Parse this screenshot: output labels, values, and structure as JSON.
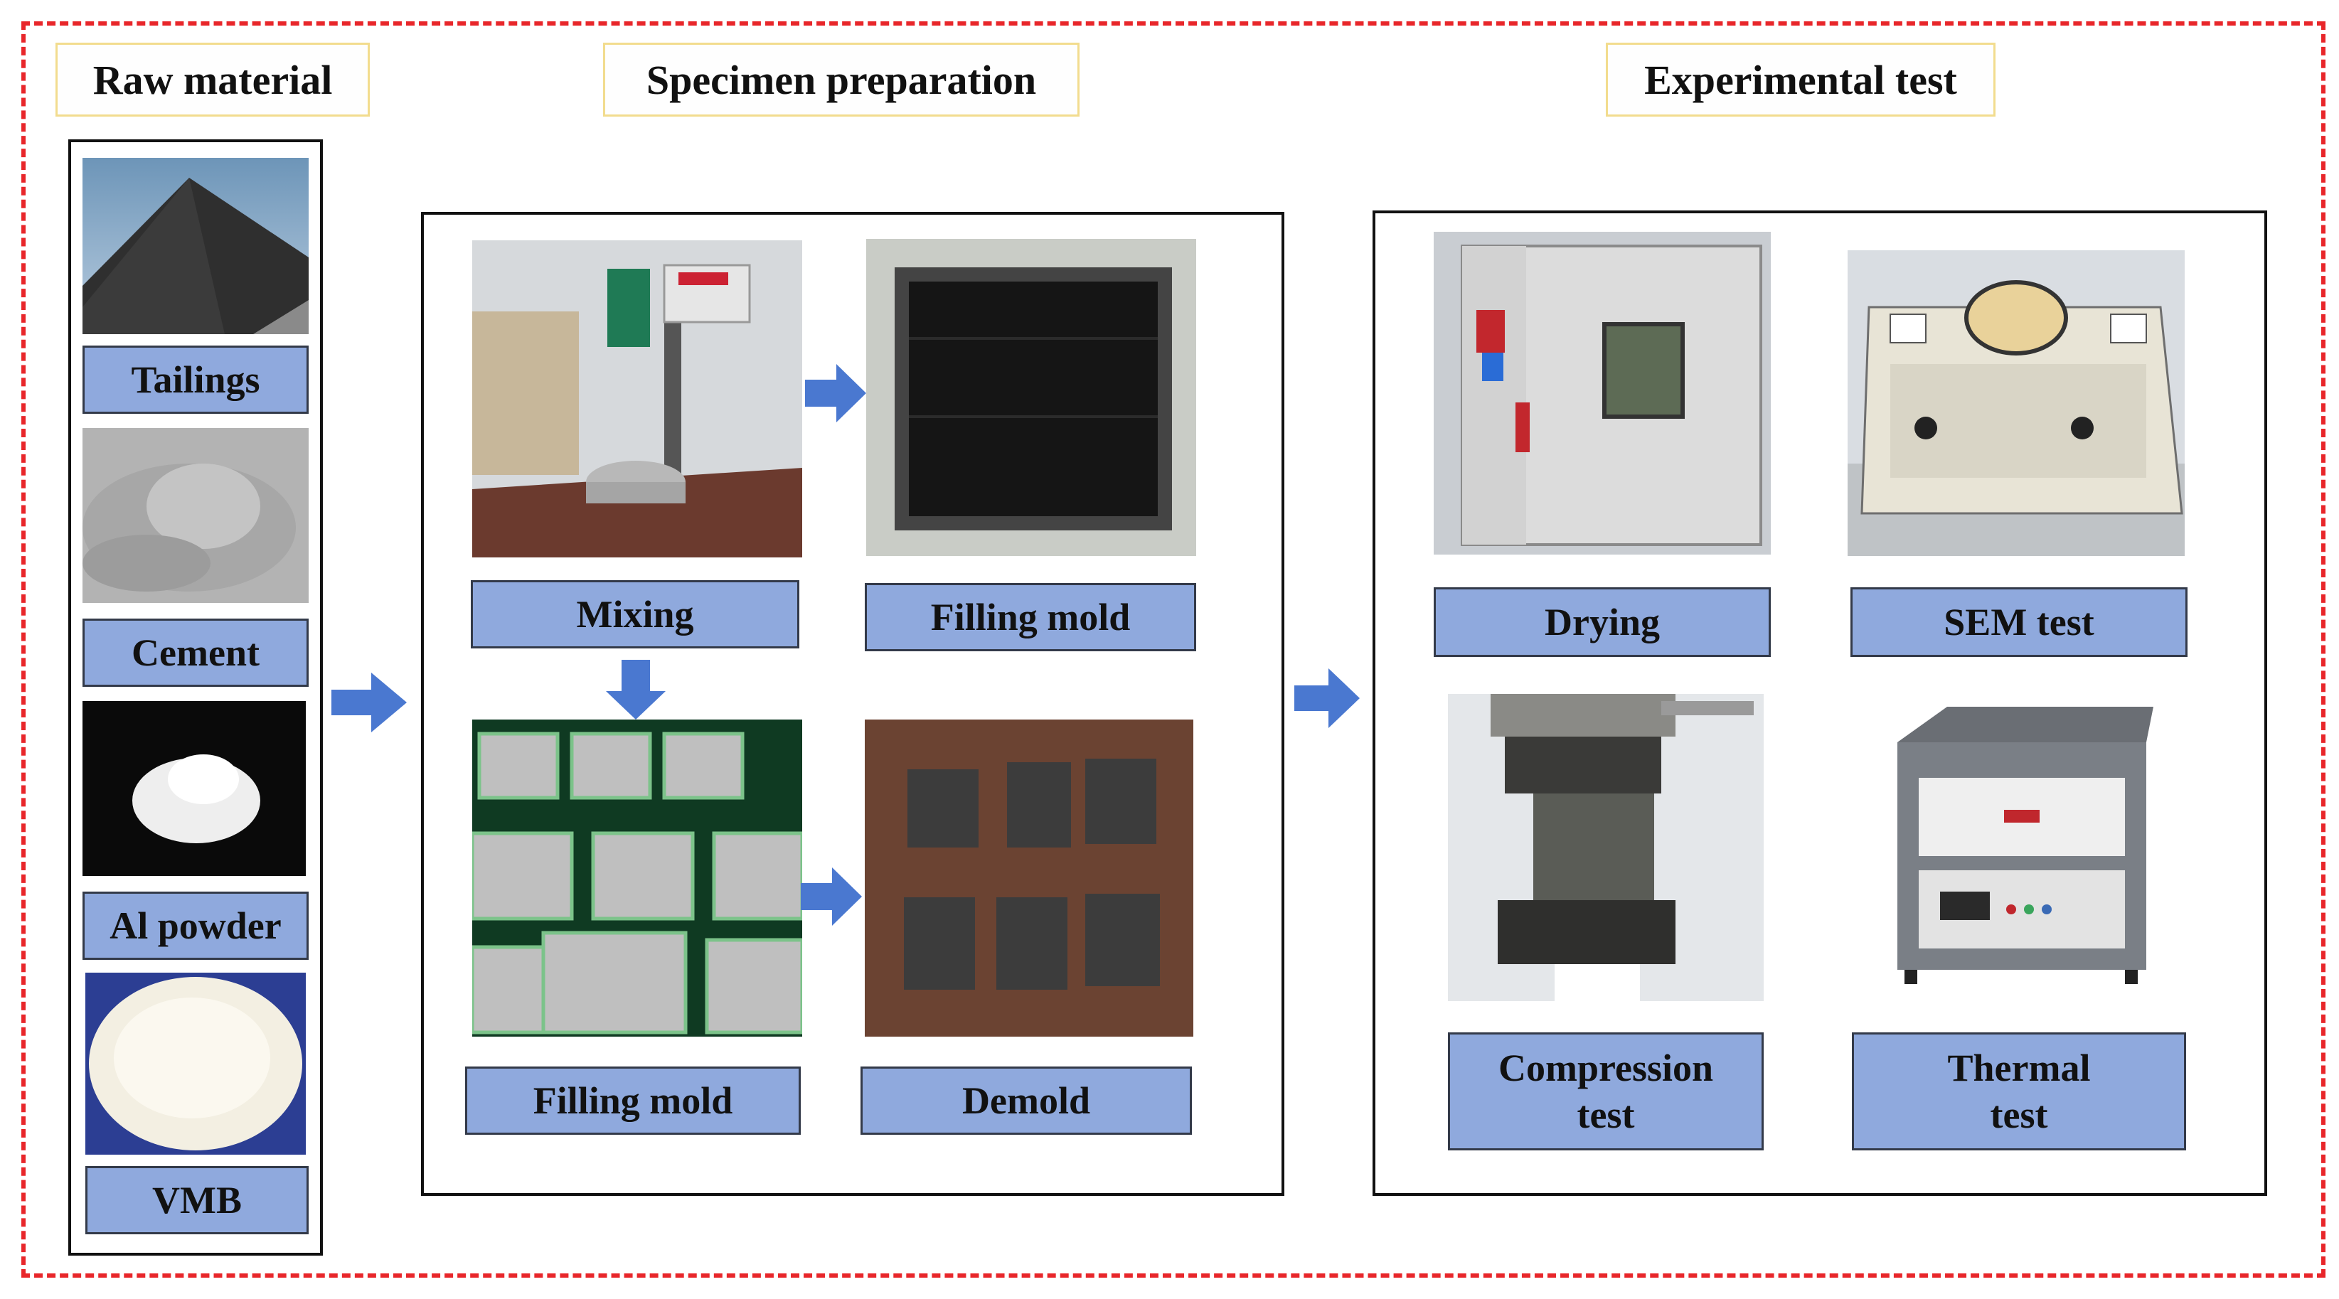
{
  "headers": {
    "raw_material": "Raw material",
    "specimen_preparation": "Specimen preparation",
    "experimental_test": "Experimental test"
  },
  "raw_materials": [
    "Tailings",
    "Cement",
    "Al powder",
    "VMB"
  ],
  "preparation_steps": {
    "mixing": "Mixing",
    "filling_mold_top": "Filling mold",
    "filling_mold_bottom": "Filling mold",
    "demold": "Demold"
  },
  "tests": {
    "drying": "Drying",
    "sem": "SEM test",
    "compression_line1": "Compression",
    "compression_line2": "test",
    "thermal_line1": "Thermal",
    "thermal_line2": "test"
  },
  "colors": {
    "border_dashed": "#e8262a",
    "label_fill": "#8fa9dd",
    "arrow": "#4a78d0",
    "header_border": "#f2dc8e"
  }
}
